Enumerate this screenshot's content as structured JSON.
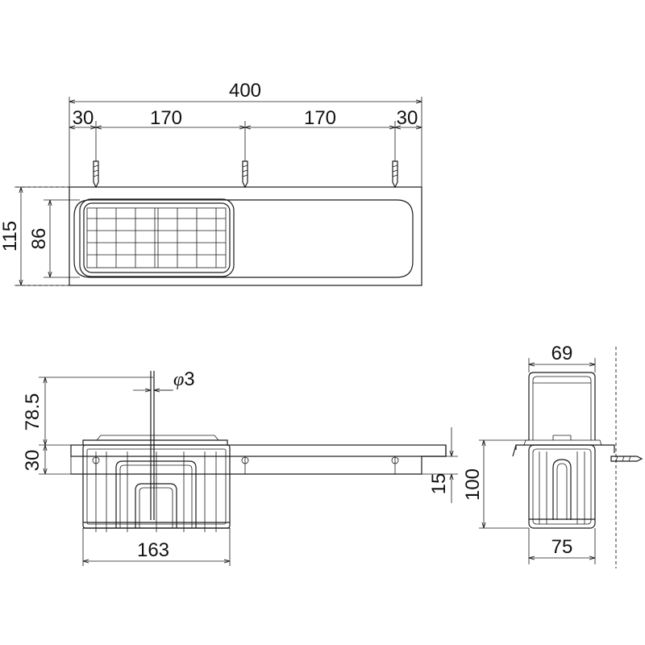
{
  "dimensions": {
    "top_total": "400",
    "top_left_margin": "30",
    "top_left_span": "170",
    "top_right_span": "170",
    "top_right_margin": "30",
    "top_height": "115",
    "top_inner_height": "86",
    "front_phi_symbol": "φ",
    "front_phi_value": "3",
    "front_height_upper": "78.5",
    "front_height_lower": "30",
    "front_right_height": "15",
    "front_basket_width": "163",
    "side_top_width": "69",
    "side_height": "100",
    "side_bottom_width": "75"
  },
  "colors": {
    "line": "#1a1a1a",
    "background": "#ffffff"
  }
}
